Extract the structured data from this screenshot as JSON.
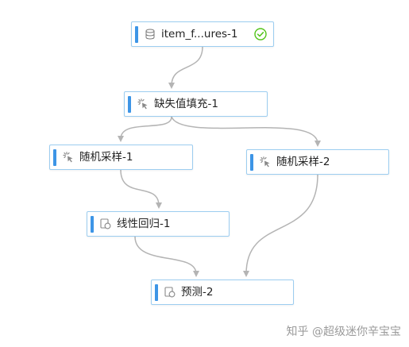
{
  "canvas": {
    "nodes": [
      {
        "id": "n1",
        "label": "item_f...ures-1",
        "icon": "database-icon",
        "status": "success-check-icon"
      },
      {
        "id": "n2",
        "label": "缺失值填充-1",
        "icon": "spinner-cursor-icon"
      },
      {
        "id": "n3",
        "label": "随机采样-1",
        "icon": "spinner-cursor-icon"
      },
      {
        "id": "n4",
        "label": "随机采样-2",
        "icon": "spinner-cursor-icon"
      },
      {
        "id": "n5",
        "label": "线性回归-1",
        "icon": "model-icon"
      },
      {
        "id": "n6",
        "label": "预测-2",
        "icon": "model-icon"
      }
    ],
    "edges": [
      {
        "from": "n1",
        "to": "n2"
      },
      {
        "from": "n2",
        "to": "n3"
      },
      {
        "from": "n2",
        "to": "n4"
      },
      {
        "from": "n3",
        "to": "n5"
      },
      {
        "from": "n5",
        "to": "n6"
      },
      {
        "from": "n4",
        "to": "n6"
      }
    ],
    "colors": {
      "accent": "#3d95e6",
      "node_border": "#9ccdf0",
      "edge": "#b4b4b4",
      "success": "#52c41a"
    }
  },
  "watermark": "知乎 @超级迷你辛宝宝"
}
